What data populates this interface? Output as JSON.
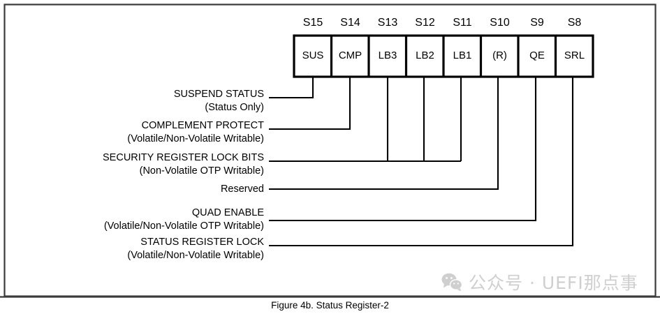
{
  "figure": {
    "caption": "Figure 4b. Status Register-2"
  },
  "register": {
    "bit_headers": [
      "S15",
      "S14",
      "S13",
      "S12",
      "S11",
      "S10",
      "S9",
      "S8"
    ],
    "cells": [
      "SUS",
      "CMP",
      "LB3",
      "LB2",
      "LB1",
      "(R)",
      "QE",
      "SRL"
    ]
  },
  "callouts": [
    {
      "name": "suspend-status",
      "line1": "SUSPEND STATUS",
      "line2": "(Status Only)"
    },
    {
      "name": "complement-protect",
      "line1": "COMPLEMENT PROTECT",
      "line2": "(Volatile/Non-Volatile Writable)"
    },
    {
      "name": "security-register-lock-bits",
      "line1": "SECURITY REGISTER LOCK BITS",
      "line2": "(Non-Volatile OTP Writable)"
    },
    {
      "name": "reserved",
      "line1": "Reserved",
      "line2": ""
    },
    {
      "name": "quad-enable",
      "line1": "QUAD ENABLE",
      "line2": "(Volatile/Non-Volatile OTP Writable)"
    },
    {
      "name": "status-register-lock",
      "line1": "STATUS REGISTER LOCK",
      "line2": "(Volatile/Non-Volatile Writable)"
    }
  ],
  "watermark": {
    "text": "公众号 · UEFI那点事",
    "icon": "wechat-icon",
    "color": "#cfcfcf"
  },
  "colors": {
    "ink": "#000000",
    "page_border": "#3a3a3a",
    "watermark": "#cfcfcf"
  }
}
